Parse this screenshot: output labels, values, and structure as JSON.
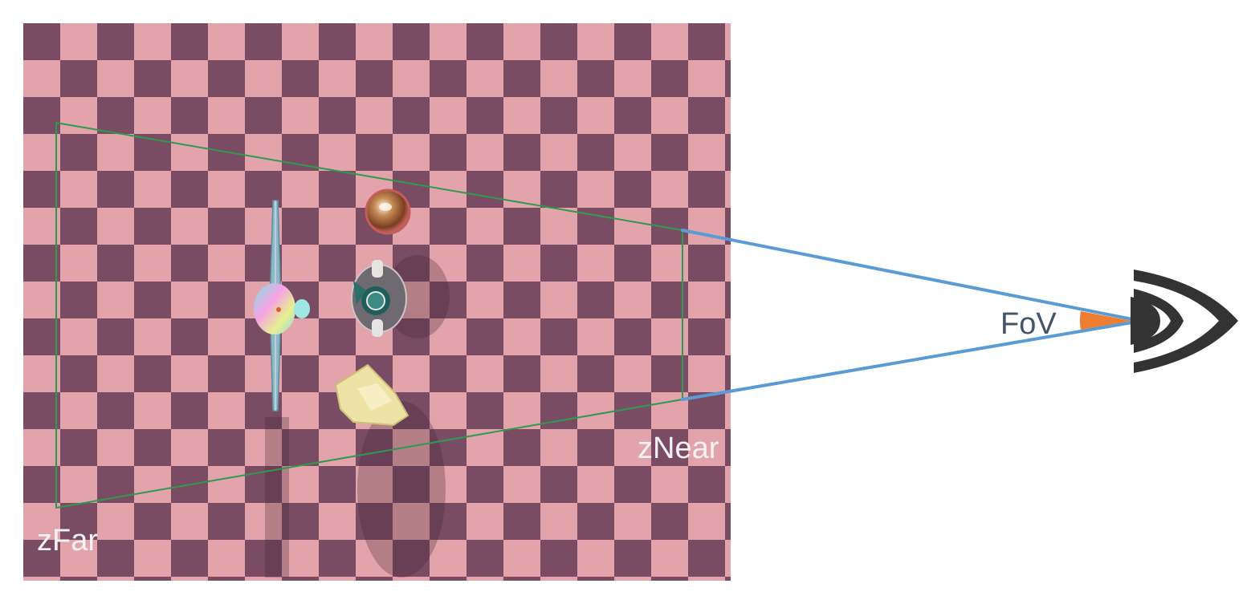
{
  "labels": {
    "z_far": "zFar",
    "z_near": "zNear",
    "fov": "FoV"
  },
  "colors": {
    "checker_light": "#e3a3aa",
    "checker_dark": "#7a4c63",
    "frustum_outline": "#2e9a4e",
    "view_ray": "#5b9bd5",
    "fov_arc": "#ed7d31",
    "eye": "#333333",
    "label_on_scene": "#f2f2f2",
    "label_fov": "#44546a"
  },
  "icons": {
    "camera": "eye-icon"
  }
}
